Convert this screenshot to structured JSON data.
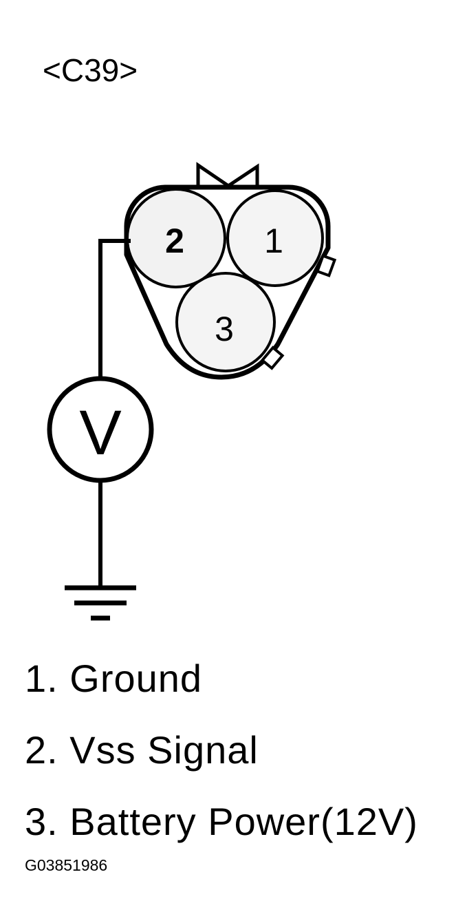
{
  "connector": {
    "label": "<C39>",
    "pins": [
      {
        "number": "2"
      },
      {
        "number": "1"
      },
      {
        "number": "3"
      }
    ]
  },
  "meter": {
    "symbol": "V"
  },
  "legend": [
    {
      "text": "1. Ground"
    },
    {
      "text": "2. Vss Signal"
    },
    {
      "text": "3. Battery Power(12V)"
    }
  ],
  "figure_id": "G03851986",
  "colors": {
    "line": "#000000",
    "pin_fill": "#f2f2f2",
    "background": "#ffffff"
  }
}
